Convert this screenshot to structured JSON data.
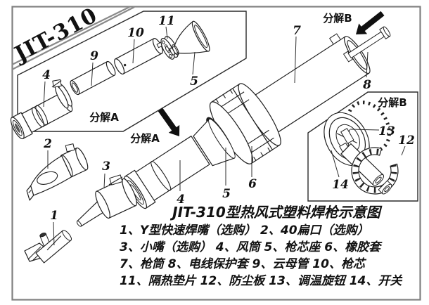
{
  "diagram": {
    "model": "JIT-310",
    "section_a_label": "分解A",
    "section_b_label": "分解B",
    "title": "JIT-310型热风式塑料焊枪示意图",
    "legend": {
      "line1": "1、Y型快速焊嘴（选购） 2、40扁口（选购）",
      "line2": "3、小嘴（选购） 4、风筒  5、枪芯座 6、橡胶套",
      "line3": "7、枪筒 8、电线保护套 9、云母管 10、枪芯",
      "line4": "11、隔热垫片 12、防尘板 13、调温旋钮 14、开关"
    },
    "callouts": {
      "y_nozzle": "1",
      "flat_nozzle": "2",
      "small_nozzle": "3",
      "exploded_wind_tube": "4",
      "exploded_core_seat": "5",
      "exploded_mica_tube": "9",
      "exploded_gun_core": "10",
      "exploded_insulation_gasket": "11",
      "main_wind_tube": "4",
      "main_core_seat": "5",
      "main_rubber_sleeve": "6",
      "main_gun_barrel": "7",
      "main_wire_protector": "8",
      "dust_plate": "12",
      "temp_knob": "13",
      "switch": "14"
    },
    "colors": {
      "background": "#ffffff",
      "line": "#1f1f1f",
      "border": "#808080"
    }
  }
}
